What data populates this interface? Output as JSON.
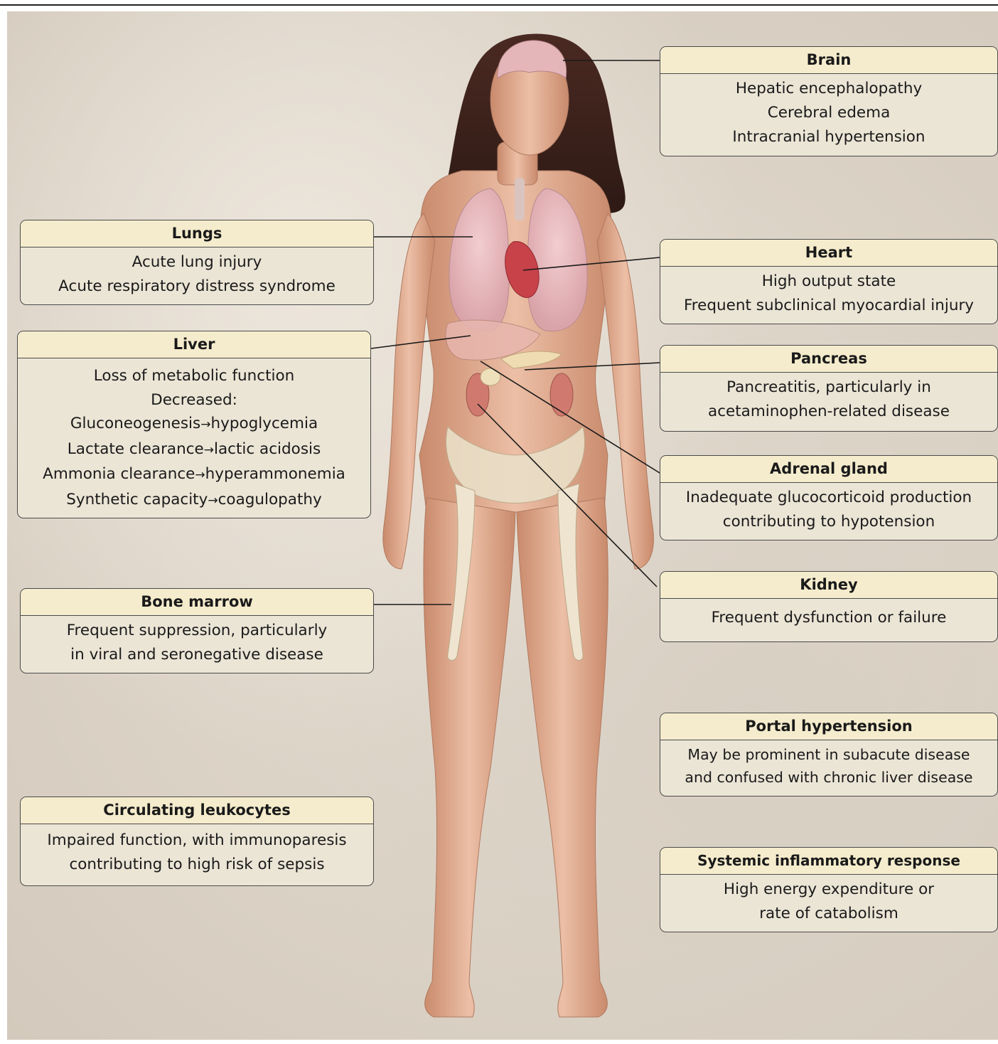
{
  "boxes": {
    "brain": {
      "title": "Brain",
      "lines": [
        "Hepatic encephalopathy",
        "Cerebral edema",
        "Intracranial hypertension"
      ]
    },
    "lungs": {
      "title": "Lungs",
      "lines": [
        "Acute lung injury",
        "Acute respiratory distress syndrome"
      ]
    },
    "heart": {
      "title": "Heart",
      "lines": [
        "High output state",
        "Frequent subclinical myocardial injury"
      ]
    },
    "liver": {
      "title": "Liver",
      "lines": [
        "Loss of metabolic function",
        "Decreased:"
      ],
      "arrow_lines": [
        {
          "left": "Gluconeogenesis",
          "right": "hypoglycemia"
        },
        {
          "left": "Lactate clearance",
          "right": "lactic acidosis"
        },
        {
          "left": "Ammonia clearance",
          "right": "hyperammonemia"
        },
        {
          "left": "Synthetic capacity",
          "right": "coagulopathy"
        }
      ]
    },
    "pancreas": {
      "title": "Pancreas",
      "lines": [
        "Pancreatitis, particularly in",
        "acetaminophen-related disease"
      ]
    },
    "adrenal": {
      "title": "Adrenal gland",
      "lines": [
        "Inadequate glucocorticoid production",
        "contributing to hypotension"
      ]
    },
    "kidney": {
      "title": "Kidney",
      "lines": [
        "Frequent dysfunction or failure"
      ]
    },
    "bone_marrow": {
      "title": "Bone marrow",
      "lines": [
        "Frequent suppression, particularly",
        "in viral and seronegative disease"
      ]
    },
    "portal": {
      "title": "Portal hypertension",
      "lines": [
        "May be prominent in subacute disease",
        "and confused with chronic liver disease"
      ]
    },
    "leukocytes": {
      "title": "Circulating leukocytes",
      "lines": [
        "Impaired function, with immunoparesis",
        "contributing to high risk of sepsis"
      ]
    },
    "systemic": {
      "title": "Systemic inflammatory response",
      "lines": [
        "High energy expenditure or",
        "rate of catabolism"
      ]
    }
  },
  "colors": {
    "title_fill": "#f5eccd",
    "body_fill": "#ebe5d6",
    "border": "#4a4a4a",
    "background": "#ddd4c8",
    "skin": "#e0ab8f"
  }
}
